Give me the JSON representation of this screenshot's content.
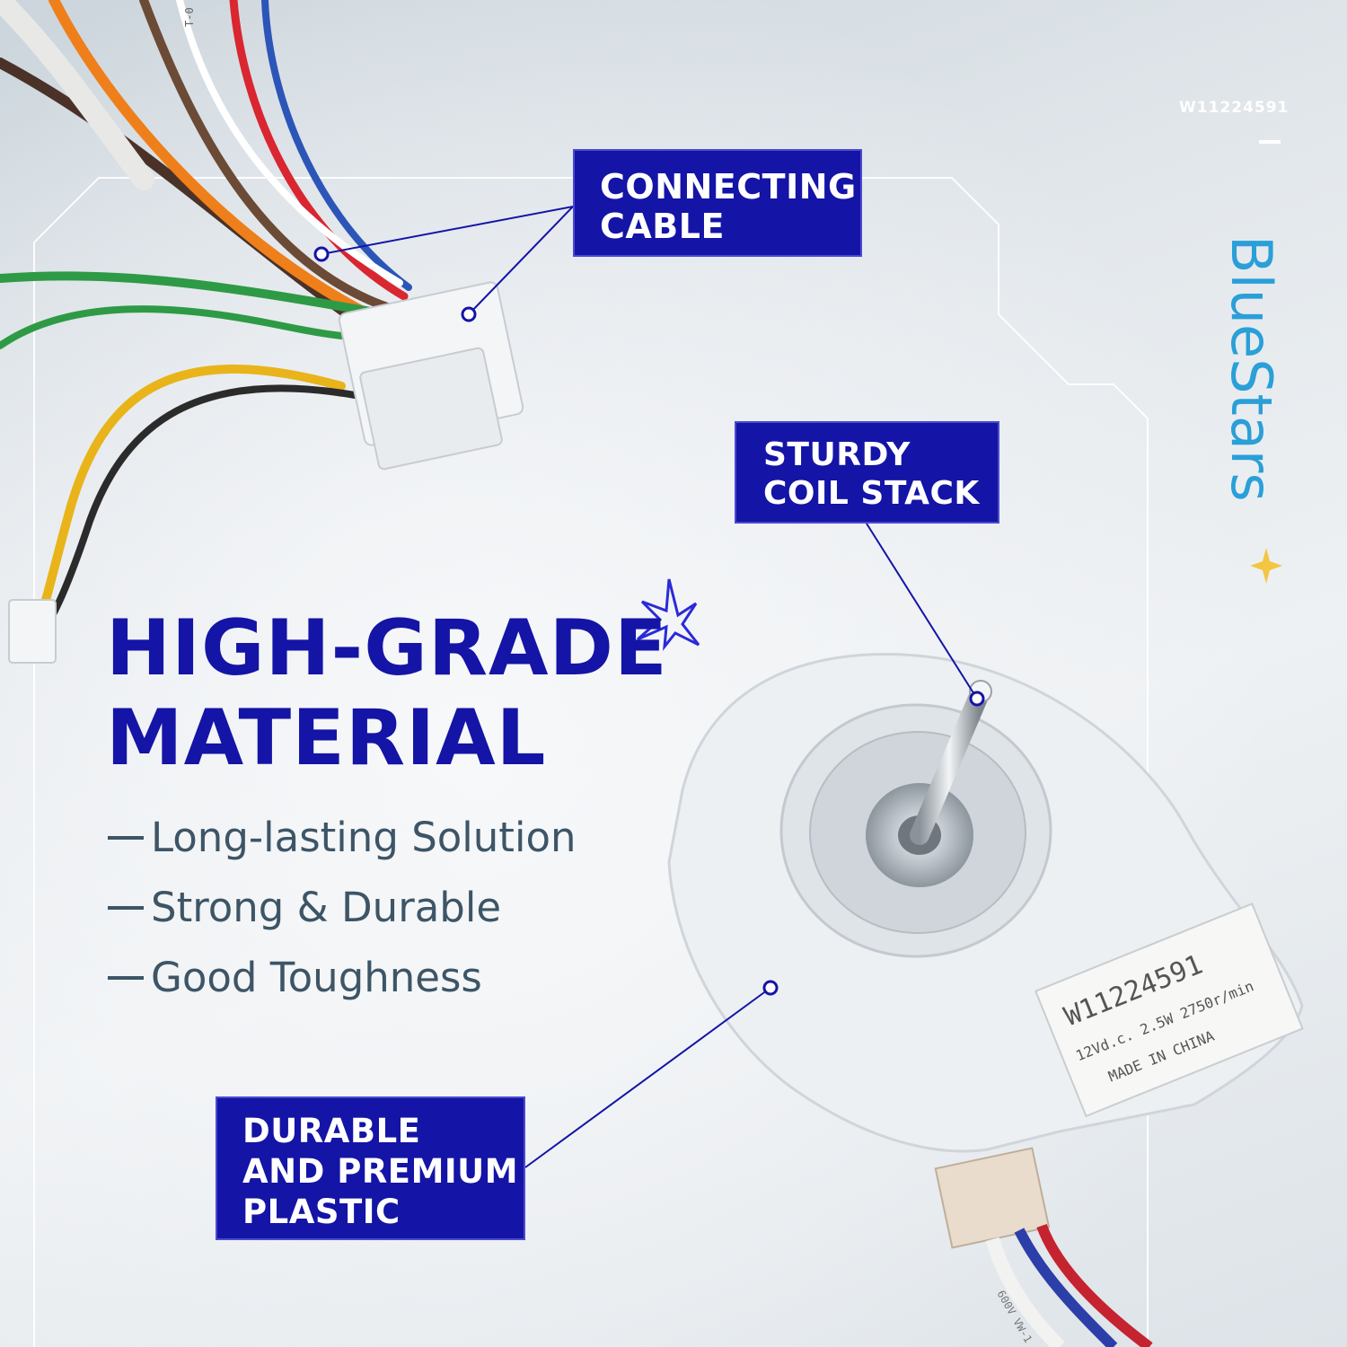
{
  "model_code": "W11224591",
  "brand": "BlueStars",
  "callouts": {
    "connecting_cable": [
      "CONNECTING",
      "CABLE"
    ],
    "coil_stack": [
      "STURDY",
      "COIL STACK"
    ],
    "plastic": [
      "DURABLE",
      "AND PREMIUM",
      "PLASTIC"
    ]
  },
  "headline": [
    "HIGH-GRADE",
    "MATERIAL"
  ],
  "features": [
    "Long-lasting Solution",
    "Strong & Durable",
    "Good Toughness"
  ],
  "motor_label": {
    "model": "W11224591",
    "spec": "12Vd.c. 2.5W 2750r/min",
    "origin": "MADE IN CHINA"
  },
  "wire_labels": {
    "top_wire": "T-0",
    "cable_print": "600V VW-1"
  },
  "colors": {
    "accent": "#1414a6",
    "brand": "#2a9fd8",
    "feature_text": "#3d5566"
  }
}
